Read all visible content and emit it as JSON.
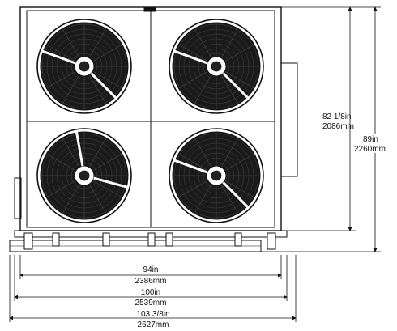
{
  "dimensions": {
    "width_94": {
      "imperial": "94in",
      "metric": "2386mm"
    },
    "width_100": {
      "imperial": "100in",
      "metric": "2539mm"
    },
    "width_103": {
      "imperial": "103 3/8in",
      "metric": "2627mm"
    },
    "height_82": {
      "imperial": "82 1/8in",
      "metric": "2086mm"
    },
    "height_89": {
      "imperial": "89in",
      "metric": "2260mm"
    }
  },
  "fans": [
    {
      "position": "top-left"
    },
    {
      "position": "top-right"
    },
    {
      "position": "bottom-left"
    },
    {
      "position": "bottom-right"
    }
  ],
  "colors": {
    "fan_body": "#1a1a1a",
    "line": "#111111",
    "background": "#ffffff"
  }
}
